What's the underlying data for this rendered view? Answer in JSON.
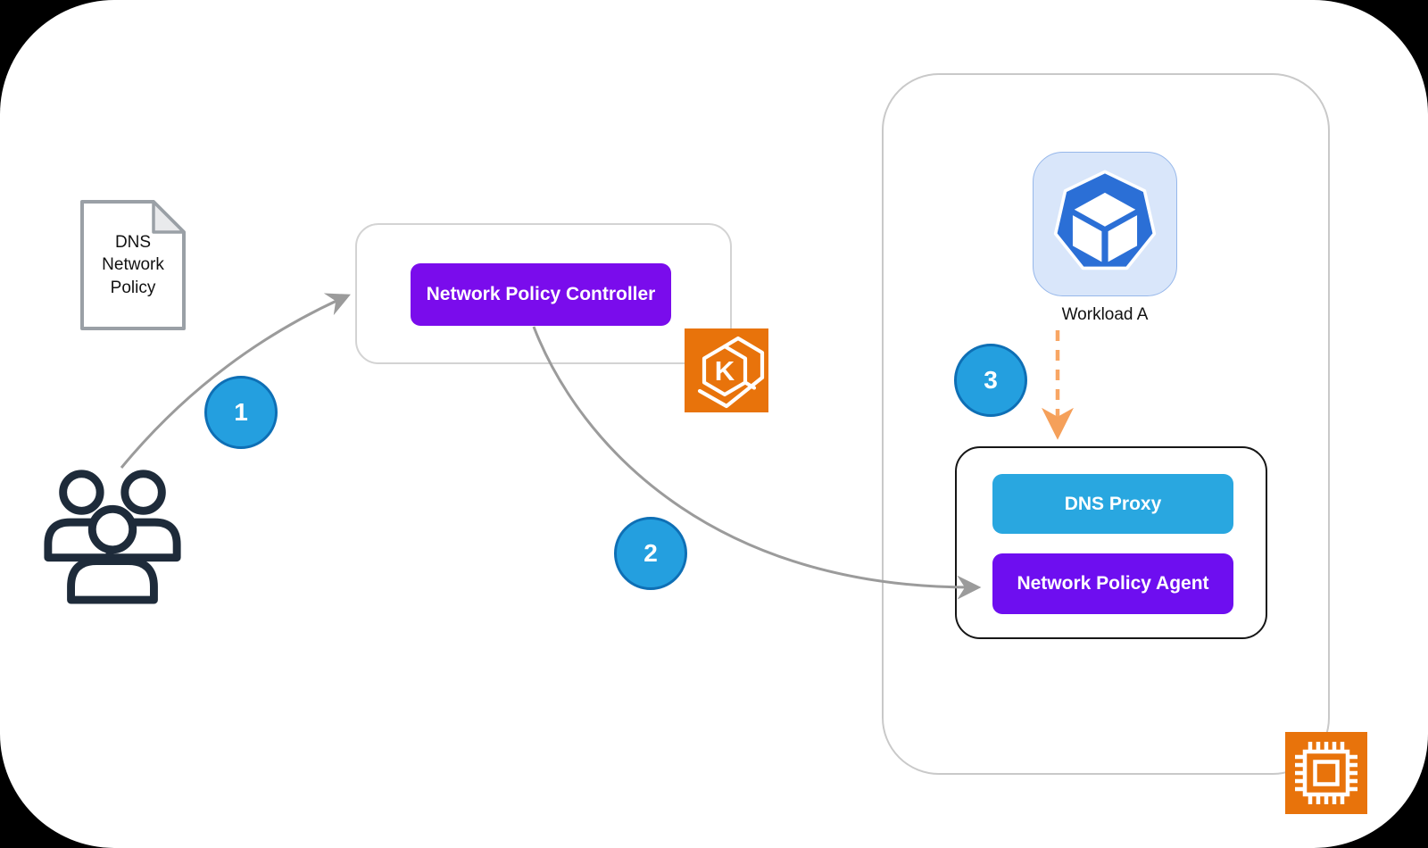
{
  "diagram": {
    "document": {
      "text": "DNS\nNetwork\nPolicy"
    },
    "controller": {
      "label": "Network Policy Controller",
      "eks_letter": "K"
    },
    "node": {
      "workload_label": "Workload A",
      "pod": {
        "containers": [
          {
            "label": "DNS Proxy",
            "color": "#29a7e0"
          },
          {
            "label": "Network Policy Agent",
            "color": "#6e0ef0"
          }
        ]
      }
    },
    "steps": [
      "1",
      "2",
      "3"
    ],
    "icons": {
      "actors": "users-icon",
      "orchestrator": "eks-hexagon-k-icon",
      "workload": "cube-heptagon-icon",
      "instance": "cpu-chip-icon",
      "policy_file": "document-icon"
    },
    "colors": {
      "controller_box": "#7a0cec",
      "dns_proxy_box": "#29a7e0",
      "agent_box": "#6e0ef0",
      "step_badge_fill": "#249fdf",
      "step_badge_border": "#0e6fb5",
      "aws_service_orange": "#e8730b",
      "workload_badge_bg": "#d9e6fa",
      "workload_heptagon": "#2b6fd6",
      "arrow_gray": "#9b9b9b",
      "arrow_orange_dashed": "#f8a664",
      "users_icon_stroke": "#1e2b3a",
      "canvas_bg": "#ffffff",
      "page_bg": "#000000"
    }
  }
}
